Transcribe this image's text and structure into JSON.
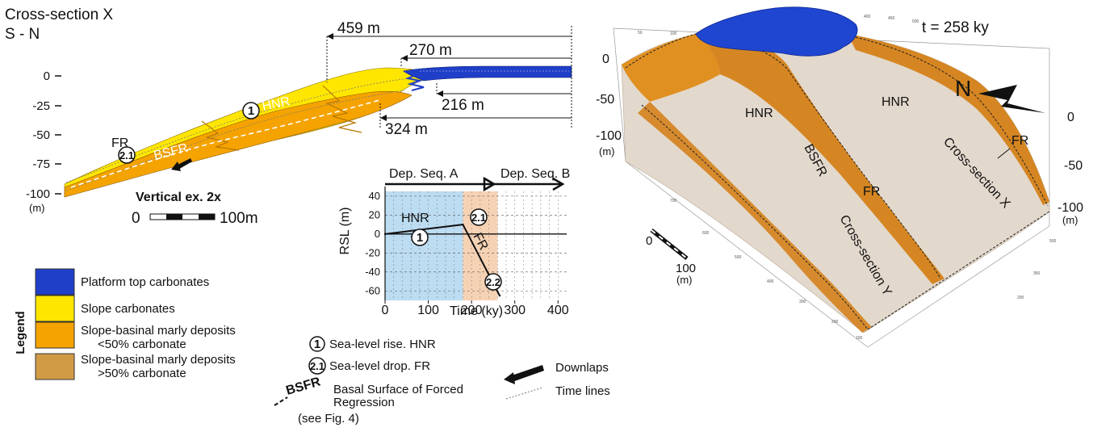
{
  "cross_section": {
    "title_line1": "Cross-section X",
    "title_line2": "S - N",
    "y_ticks": [
      "0",
      "-25",
      "-50",
      "-75",
      "-100"
    ],
    "y_unit": "(m)",
    "dist_459": "459 m",
    "dist_270": "270 m",
    "dist_216": "216 m",
    "dist_324": "324 m",
    "label_fr": "FR",
    "label_bsfr": "BSFR",
    "label_hnr": "HNR",
    "circle_1": "1",
    "circle_21": "2.1",
    "vertical_ex": "Vertical ex. 2x",
    "scale_zero": "0",
    "scale_end": "100m"
  },
  "rsl_chart": {
    "seq_a": "Dep. Seq. A",
    "seq_b": "Dep. Seq. B",
    "ylabel": "RSL (m)",
    "xlabel": "Time (ky)",
    "y_ticks": [
      "40",
      "20",
      "0",
      "-20",
      "-40",
      "-60"
    ],
    "x_ticks": [
      "0",
      "100",
      "200",
      "300",
      "400"
    ],
    "label_hnr": "HNR",
    "label_fr": "FR",
    "circle_1": "1",
    "circle_21": "2.1",
    "circle_22": "2.2"
  },
  "chart_data": {
    "type": "line",
    "x": [
      0,
      180,
      265
    ],
    "y": [
      0,
      10,
      -65
    ],
    "xlabel": "Time (ky)",
    "ylabel": "RSL (m)",
    "xlim": [
      0,
      420
    ],
    "ylim": [
      -70,
      45
    ],
    "x_ticks": [
      0,
      100,
      200,
      300,
      400
    ],
    "y_ticks": [
      40,
      20,
      0,
      -20,
      -40,
      -60
    ],
    "annotations": [
      "HNR",
      "FR"
    ],
    "shaded_intervals": [
      {
        "from": 0,
        "to": 180,
        "color": "#bcdcf2"
      },
      {
        "from": 180,
        "to": 260,
        "color": "#f6d2b4"
      }
    ],
    "grid": true
  },
  "legend": {
    "title": "Legend",
    "items": [
      {
        "label": "Platform top carbonates",
        "color": "#1f3fc8"
      },
      {
        "label": "Slope carbonates",
        "color": "#ffe600"
      },
      {
        "label_l1": "Slope-basinal marly deposits",
        "label_l2": "<50% carbonate",
        "color": "#f5a300"
      },
      {
        "label_l1": "Slope-basinal marly deposits",
        "label_l2": ">50% carbonate",
        "color": "#d19a45"
      }
    ],
    "sea_rise": "Sea-level rise. HNR",
    "sea_drop": "Sea-level drop. FR",
    "bsfr_tag": "BSFR",
    "bsfr_l1": "Basal Surface of Forced",
    "bsfr_l2": "Regression",
    "bsfr_l3": "(see Fig. 4)",
    "downlaps": "Downlaps",
    "time_lines": "Time lines",
    "circle_1": "1",
    "circle_21": "2.1"
  },
  "block": {
    "time": "t = 258 ky",
    "north": "N",
    "label_hnr": "HNR",
    "label_bsfr": "BSFR",
    "label_fr": "FR",
    "cross_x": "Cross-section X",
    "cross_y": "Cross-section Y",
    "left_ticks": [
      "0",
      "-50",
      "-100",
      "(m)"
    ],
    "right_ticks": [
      "0",
      "-50",
      "-100",
      "(m)"
    ],
    "scale_zero": "0",
    "scale_100": "100",
    "scale_unit": "(m)"
  }
}
